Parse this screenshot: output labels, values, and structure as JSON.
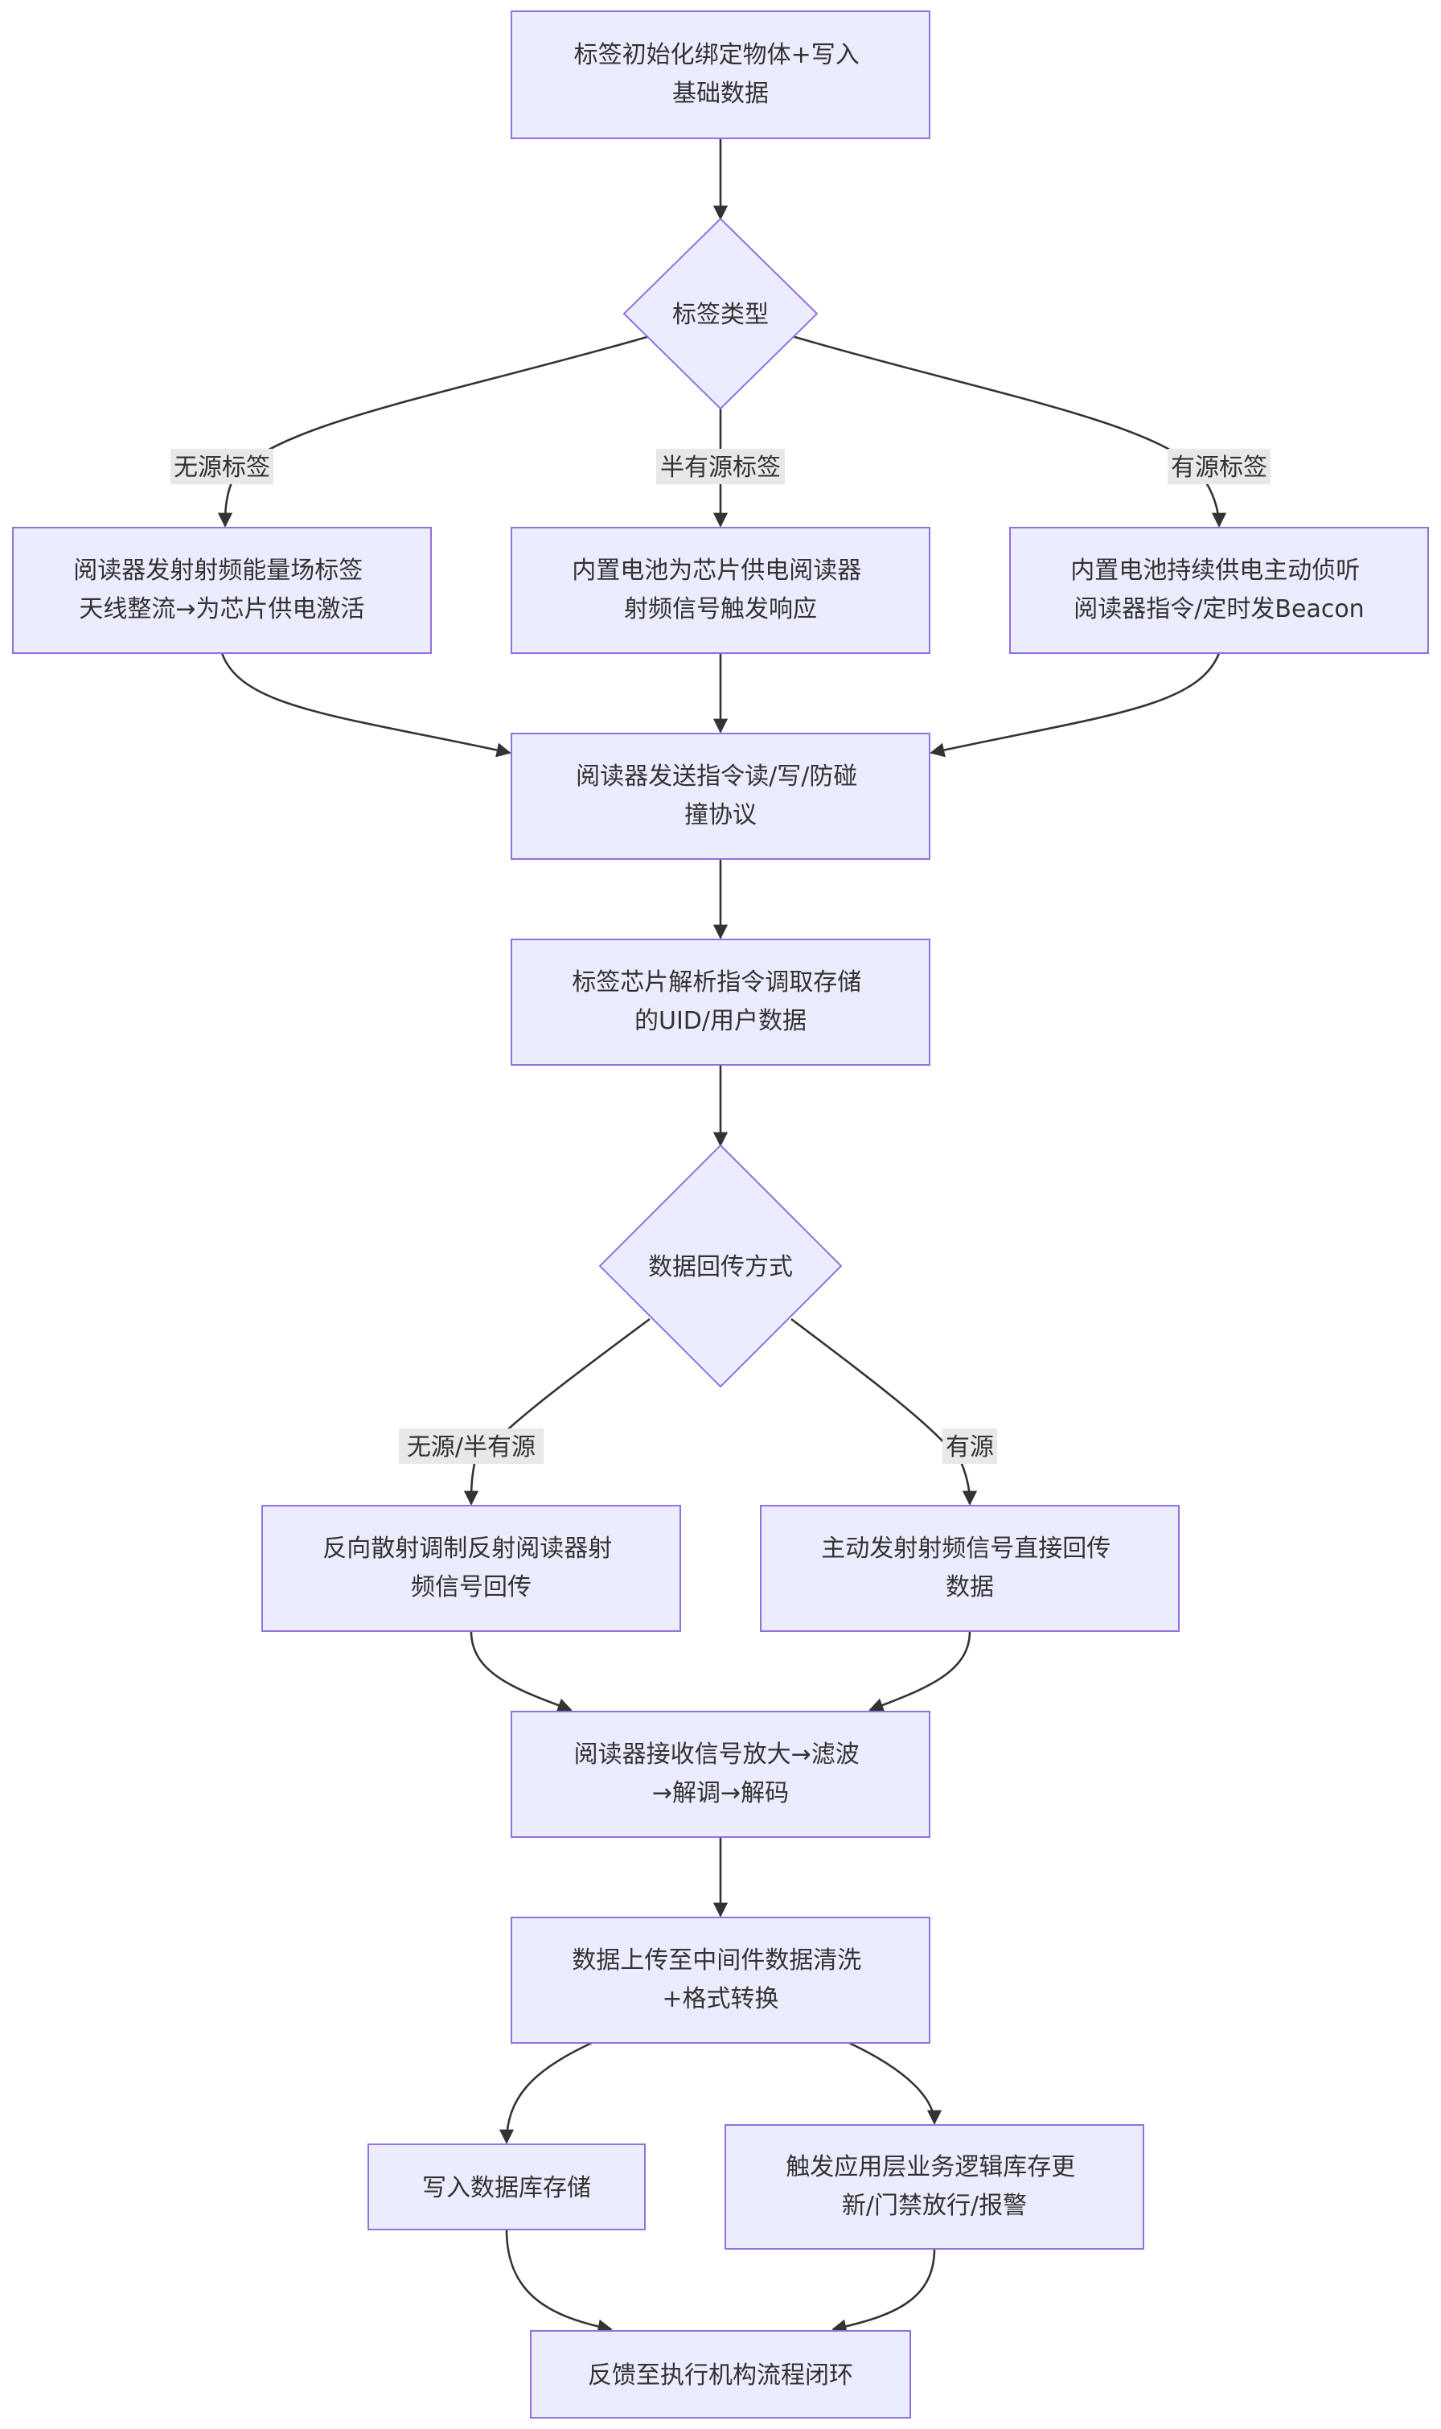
{
  "nodes": {
    "init": [
      "标签初始化绑定物体+写入",
      "基础数据"
    ],
    "tag_type": [
      "标签类型"
    ],
    "passive": [
      "阅读器发射射频能量场标签",
      "天线整流→为芯片供电激活"
    ],
    "semi": [
      "内置电池为芯片供电阅读器",
      "射频信号触发响应"
    ],
    "active": [
      "内置电池持续供电主动侦听",
      "阅读器指令/定时发Beacon"
    ],
    "reader_cmd": [
      "阅读器发送指令读/写/防碰",
      "撞协议"
    ],
    "chip_parse": [
      "标签芯片解析指令调取存储",
      "的UID/用户数据"
    ],
    "return_mode": [
      "数据回传方式"
    ],
    "backscatter": [
      "反向散射调制反射阅读器射",
      "频信号回传"
    ],
    "active_tx": [
      "主动发射射频信号直接回传",
      "数据"
    ],
    "reader_rx": [
      "阅读器接收信号放大→滤波",
      "→解调→解码"
    ],
    "middleware": [
      "数据上传至中间件数据清洗",
      "+格式转换"
    ],
    "db": [
      "写入数据库存储"
    ],
    "app": [
      "触发应用层业务逻辑库存更",
      "新/门禁放行/报警"
    ],
    "feedback": [
      "反馈至执行机构流程闭环"
    ]
  },
  "edge_labels": {
    "passive": "无源标签",
    "semi": "半有源标签",
    "active": "有源标签",
    "passive_semi": "无源/半有源",
    "active_return": "有源"
  },
  "colors": {
    "node_fill": "#ECECFF",
    "node_stroke": "#9370DB",
    "edge": "#333333",
    "label_bg": "#e8e8e8"
  }
}
